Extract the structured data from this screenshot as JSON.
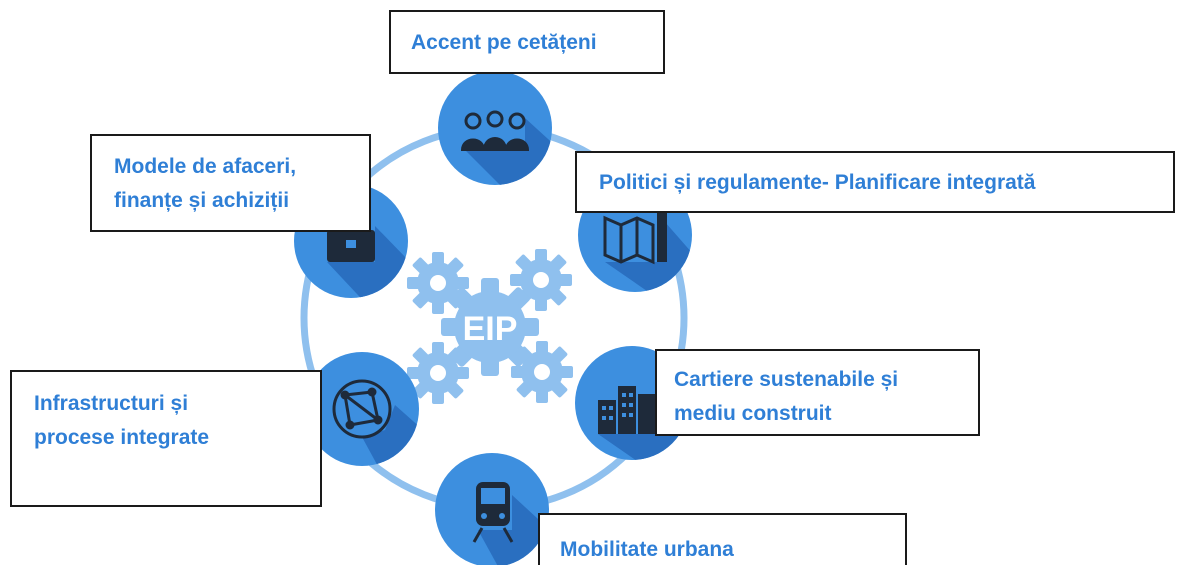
{
  "center": {
    "label": "EIP"
  },
  "topics": {
    "citizens": "Accent pe cetățeni",
    "business": "Modele de afaceri,\nfinanțe și achiziții",
    "policies": "Politici și regulamente- Planificare integrată",
    "infrastructure": "Infrastructuri și\nprocese integrate",
    "districts": "Cartiere sustenabile și\nmediu construit",
    "mobility": "Mobilitate urbana"
  },
  "colors": {
    "ring": "#8fc0ee",
    "node": "#3d8fdf",
    "node_shadow": "#2a6fc0",
    "gear": "#8fc0ee",
    "icon": "#1e2a3a",
    "label_text": "#2f7fd6",
    "box_border": "#1a1a1a"
  },
  "icons": {
    "citizens": "people-group-icon",
    "business": "briefcase-icon",
    "policies": "map-ruler-icon",
    "infrastructure": "network-globe-icon",
    "districts": "city-buildings-icon",
    "mobility": "train-icon"
  }
}
